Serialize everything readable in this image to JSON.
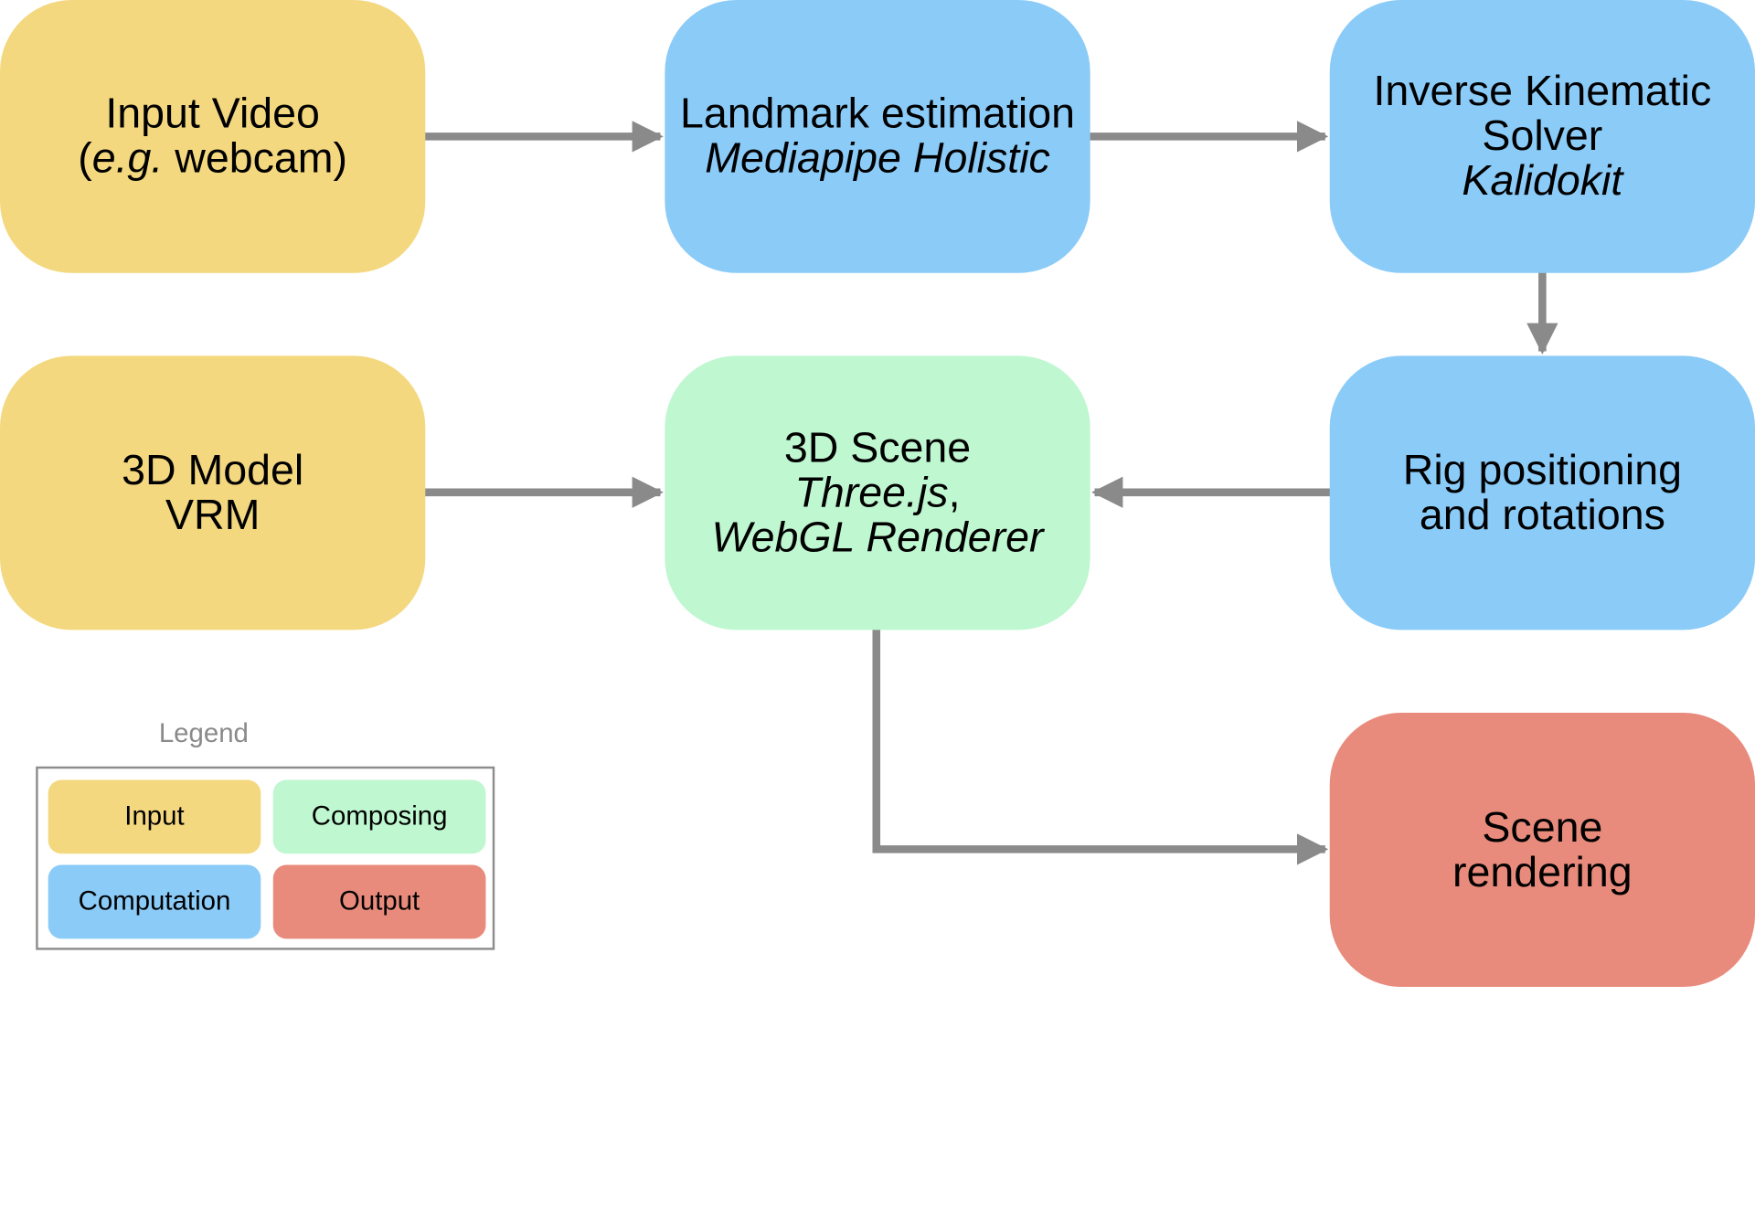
{
  "nodes": {
    "input_video": {
      "line1": "Input Video",
      "line2_italic": "e.g.",
      "line2_rest": " webcam)",
      "line2_open": "("
    },
    "landmark": {
      "line1": "Landmark estimation",
      "line2": "Mediapipe Holistic"
    },
    "ik_solver": {
      "line1": "Inverse Kinematic",
      "line2": "Solver",
      "line3": "Kalidokit"
    },
    "model_3d": {
      "line1": "3D Model",
      "line2": "VRM"
    },
    "scene_3d": {
      "line1": "3D Scene",
      "line2_italic": "Three.js",
      "line2_rest": ",",
      "line3": "WebGL Renderer"
    },
    "rig": {
      "line1": "Rig positioning",
      "line2": "and rotations"
    },
    "render": {
      "line1": "Scene",
      "line2": "rendering"
    }
  },
  "legend": {
    "title": "Legend",
    "items": [
      "Input",
      "Composing",
      "Computation",
      "Output"
    ]
  },
  "colors": {
    "input": "#f4d87f",
    "computation": "#8bcbf8",
    "composing": "#bff7d0",
    "output": "#e98b7c",
    "arrow": "#8a8a8a"
  }
}
